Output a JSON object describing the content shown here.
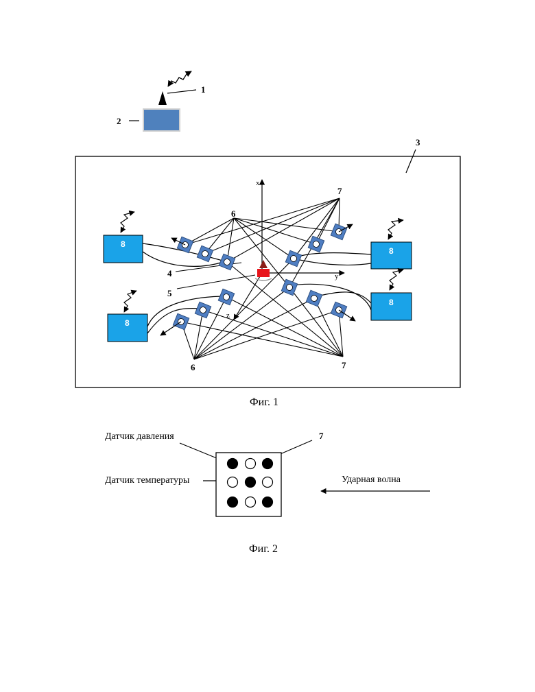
{
  "figure1": {
    "labels": {
      "antenna": "1",
      "station": "2",
      "area": "3",
      "charge": "4",
      "center": "5",
      "sensor_group_a": "6",
      "sensor_group_b": "7",
      "receiver": "8"
    },
    "axes": {
      "x": "x",
      "y": "y",
      "z": "z"
    },
    "caption": "Фиг. 1"
  },
  "figure2": {
    "number": "7",
    "pressure_label": "Датчик давления",
    "temperature_label": "Датчик температуры",
    "wave_label": "Ударная волна",
    "caption": "Фиг. 2",
    "grid": [
      [
        "pressure",
        "temperature",
        "pressure"
      ],
      [
        "temperature",
        "pressure",
        "temperature"
      ],
      [
        "pressure",
        "temperature",
        "pressure"
      ]
    ]
  },
  "colors": {
    "station_fill": "#4f81bd",
    "receiver_fill": "#1aa3e8",
    "sensor_fill": "#4f7ec2",
    "charge_fill": "#e8141b",
    "line": "#000000"
  }
}
